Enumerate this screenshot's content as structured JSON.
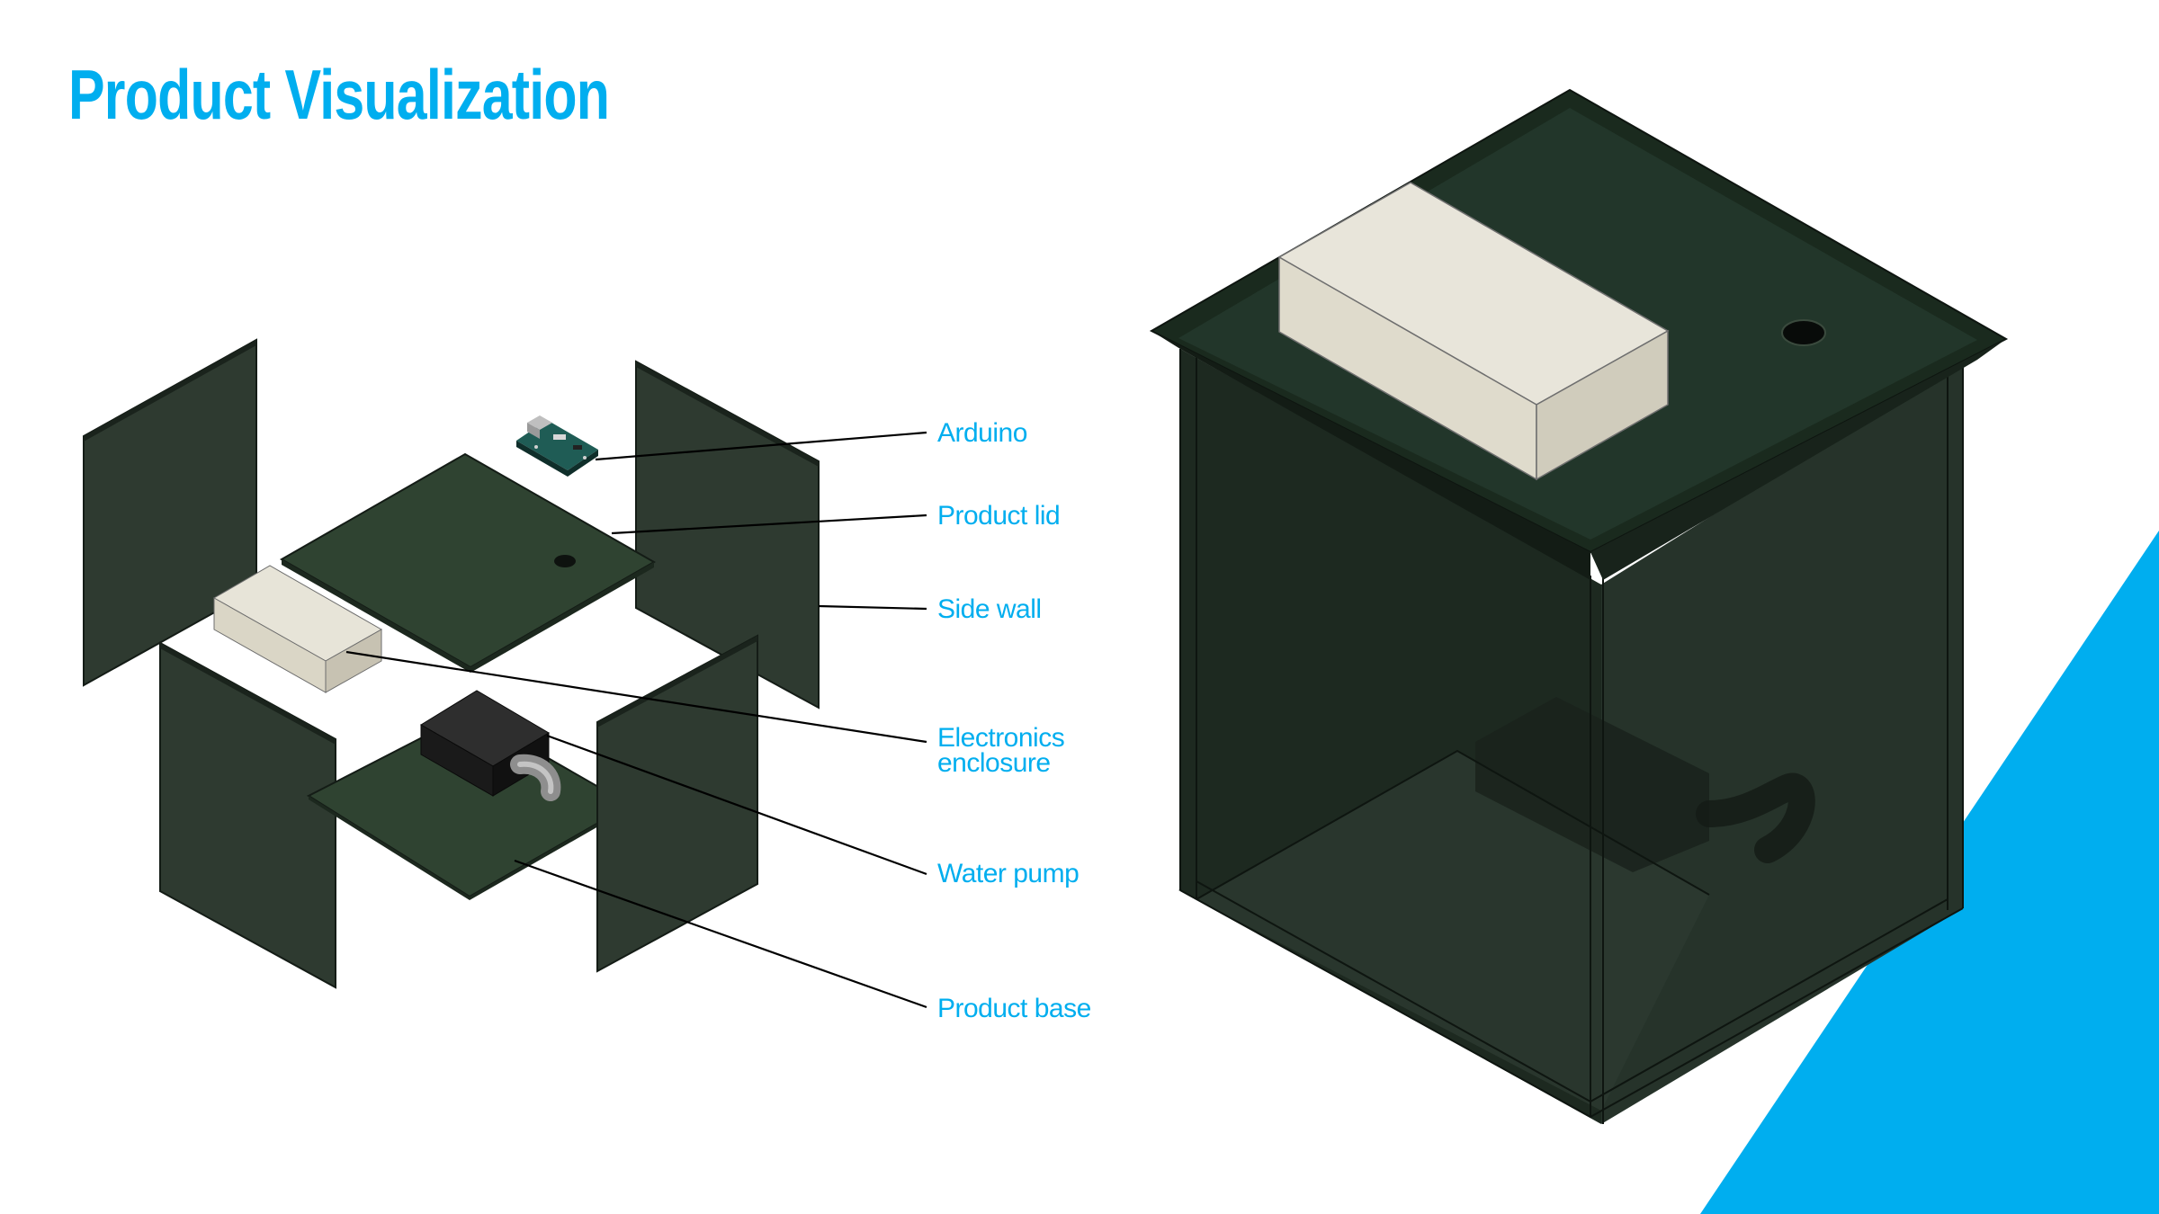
{
  "page": {
    "title": "Product Visualization"
  },
  "labels": {
    "arduino": "Arduino",
    "product_lid": "Product lid",
    "side_wall": "Side wall",
    "electronics_line1": "Electronics",
    "electronics_line2": "enclosure",
    "water_pump": "Water pump",
    "product_base": "Product base"
  },
  "colors": {
    "accent": "#00AEEF",
    "panel_fill": "#2E3A30",
    "panel_edge": "#1A231C",
    "leader_line": "#000000",
    "enclosure_fill": "#DEDACB",
    "pump_fill": "#1E1E1E",
    "pipe_fill": "#8E8E8E"
  }
}
